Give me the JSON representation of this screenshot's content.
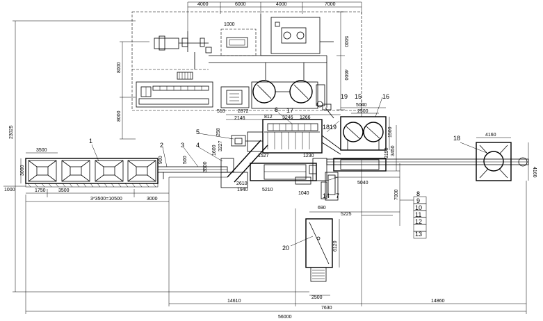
{
  "dims": {
    "d4000a": "4000",
    "d6000": "6000",
    "d4000b": "4000",
    "d7000": "7000",
    "d5000": "5000",
    "d1000top": "1000",
    "d4600": "4600",
    "d8000a": "8000",
    "d8000b": "8000",
    "d23025": "23025",
    "d3500": "3500",
    "d3000left": "3000",
    "d1000left": "1000",
    "d1750": "1750",
    "d3500b": "3500",
    "d3x3500": "3*3500=10500",
    "d3000b": "3000",
    "d900": "900",
    "d500": "500",
    "d3500v": "3500",
    "d518": "518",
    "d2872": "2872",
    "d812": "812",
    "d3246": "3246",
    "d1266": "1266",
    "d2146": "2146",
    "d258": "258",
    "d3227": "3227",
    "d1600": "1600",
    "d1527": "1527",
    "d1230": "1230",
    "d2610": "2610",
    "d1940": "1940",
    "d5210": "5210",
    "d1040": "1040",
    "d690": "690",
    "d5040top": "5040",
    "d2500top": "2500",
    "d1500": "1500",
    "d3150": "3150",
    "d3450": "3450",
    "d5040b": "5040",
    "d7000r": "7000",
    "d4160h": "4160",
    "d4160v": "4160",
    "d5225": "5225",
    "d6120": "6120",
    "d2500b": "2500",
    "d14610": "14610",
    "d7630": "7630",
    "d14860": "14860",
    "d56000": "56000"
  },
  "labels": {
    "n1": "1",
    "n2": "2",
    "n3": "3",
    "n4": "4",
    "n5": "5",
    "n6": "6",
    "n7": "7",
    "n8": "8",
    "n9": "9",
    "n10": "10",
    "n11": "11",
    "n12": "12",
    "n13": "13",
    "n14": "14",
    "n15": "15",
    "n16": "16",
    "n17": "17",
    "n18": "18",
    "n19a": "19",
    "n19b": "19",
    "n20": "20"
  }
}
